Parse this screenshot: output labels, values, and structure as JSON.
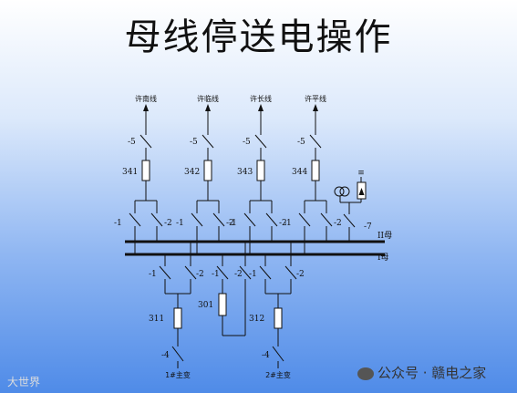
{
  "title": "母线停送电操作",
  "feeders": [
    {
      "name": "许南线",
      "breaker": "341",
      "disconnect_top": "-5",
      "bus_left": "-1",
      "bus_right": "-2"
    },
    {
      "name": "许临线",
      "breaker": "342",
      "disconnect_top": "-5",
      "bus_left": "-1",
      "bus_right": "-2"
    },
    {
      "name": "许长线",
      "breaker": "343",
      "disconnect_top": "-5",
      "bus_left": "-1",
      "bus_right": "-2"
    },
    {
      "name": "许平线",
      "breaker": "344",
      "disconnect_top": "-5",
      "bus_left": "-1",
      "bus_right": "-2"
    }
  ],
  "pt_switch": "-7",
  "ground_symbol": "≡",
  "buses": {
    "upper": "II母",
    "lower": "I母"
  },
  "transformers": [
    {
      "name": "1#主变",
      "breaker": "311",
      "disconnect_bottom": "-4",
      "bus_left": "-1",
      "bus_right": "-2"
    },
    {
      "name": "2#主变",
      "breaker": "312",
      "disconnect_bottom": "-4",
      "bus_left": "-1",
      "bus_right": "-2"
    }
  ],
  "coupler": {
    "breaker": "301",
    "left": "-1",
    "right": "-2"
  },
  "watermark_left": "大世界",
  "watermark_right": "公众号 · 赣电之家"
}
